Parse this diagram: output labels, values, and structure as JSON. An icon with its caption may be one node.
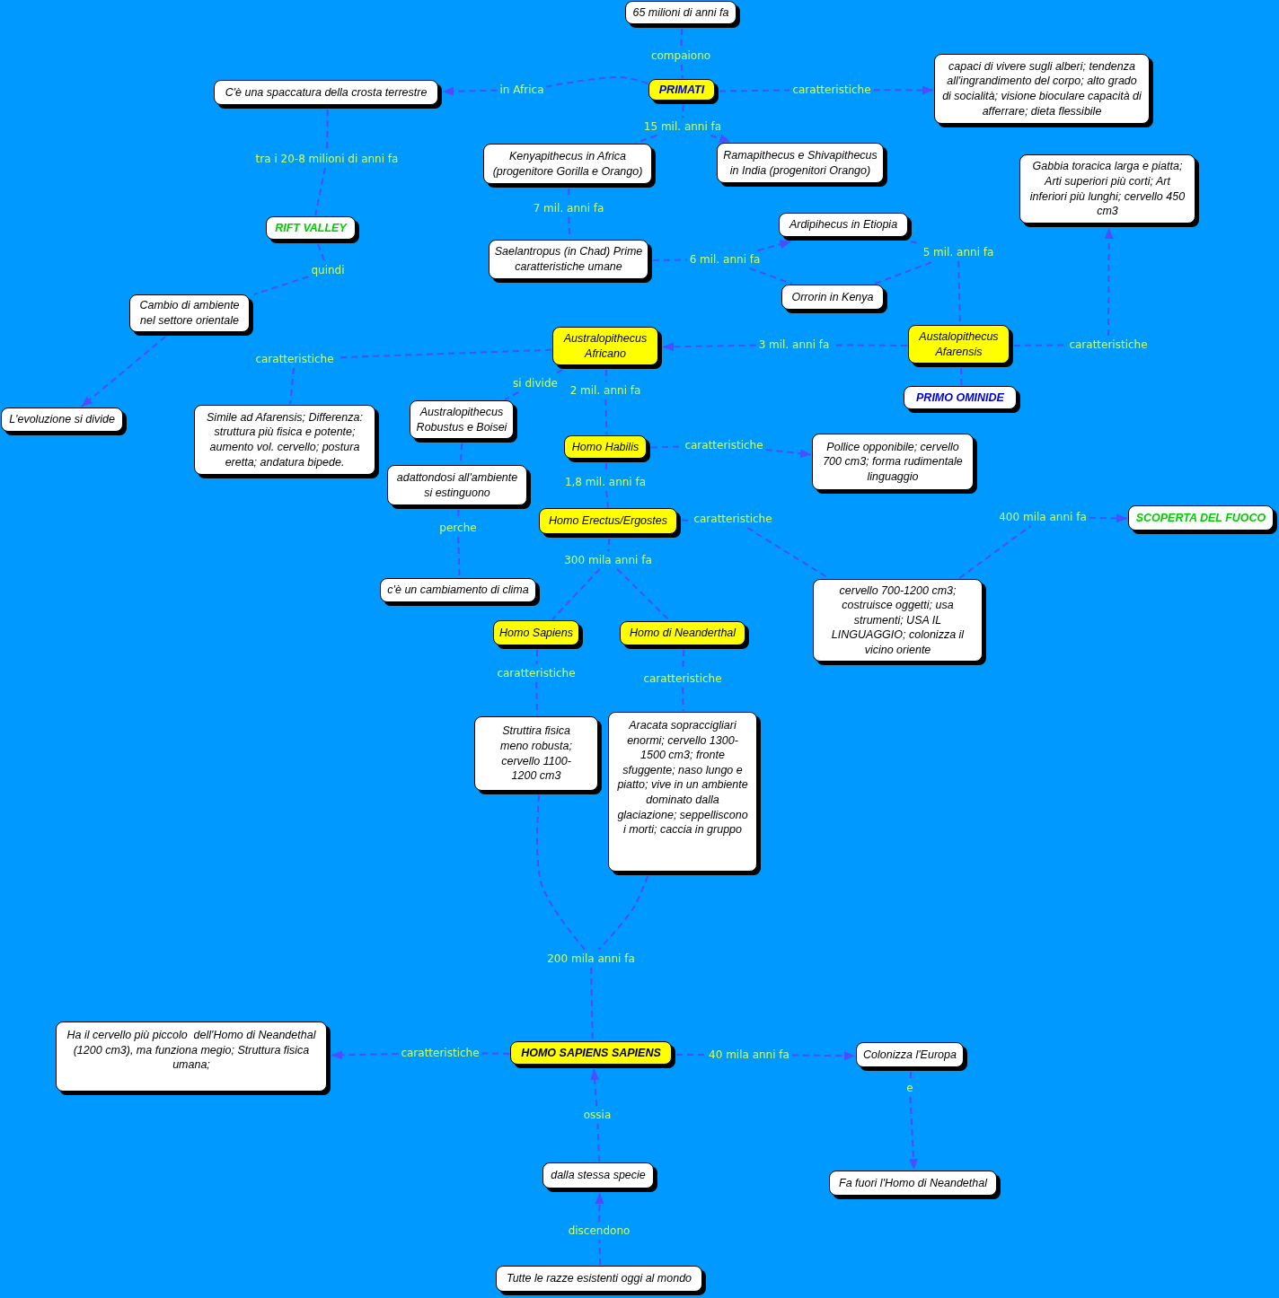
{
  "diagram": {
    "nodes": [
      {
        "text": [
          "65 milioni di anni fa"
        ]
      },
      {
        "text": [
          "compaiono"
        ]
      },
      {
        "text": [
          "C'è una spaccatura della crosta terrestre"
        ]
      },
      {
        "text": [
          "in Africa"
        ]
      },
      {
        "text": [
          "PRIMATI"
        ]
      },
      {
        "text": [
          "caratteristiche"
        ]
      },
      {
        "text": [
          "capaci di vivere sugli alberi; tendenza all'ingrandimento del corpo; alto grado di socialità; visione bioculare capacità di afferrare; dieta flessibile"
        ]
      },
      {
        "text": [
          "15 mil. anni fa"
        ]
      },
      {
        "text": [
          "tra i 20-8 milioni di anni fa"
        ]
      },
      {
        "text": [
          "Kenyapithecus in Africa (progenitore Gorilla e Orango)"
        ]
      },
      {
        "text": [
          "Ramapithecus e Shivapithecus in India (progenitori Orango)"
        ]
      },
      {
        "text": [
          "Gabbia toracica larga e piatta; Arti superiori più corti; Art inferiori più lunghi; cervello 450 cm3"
        ]
      },
      {
        "text": [
          "7 mil. anni fa"
        ]
      },
      {
        "text": [
          "Ardipihecus in Etiopia"
        ]
      },
      {
        "text": [
          "RIFT VALLEY"
        ]
      },
      {
        "text": [
          "Saelantropus (in Chad) Prime caratteristiche umane"
        ]
      },
      {
        "text": [
          "5 mil. anni fa"
        ]
      },
      {
        "text": [
          "6 mil. anni fa"
        ]
      },
      {
        "text": [
          "quindi"
        ]
      },
      {
        "text": [
          "Orrorin in Kenya"
        ]
      },
      {
        "text": [
          "Cambio di ambiente nel settore orientale"
        ]
      },
      {
        "text": [
          "Australopithecus Africano"
        ]
      },
      {
        "text": [
          "Austalopithecus Afarensis"
        ]
      },
      {
        "text": [
          "3 mil. anni fa"
        ]
      },
      {
        "text": [
          "caratteristiche"
        ]
      },
      {
        "text": [
          "caratteristiche"
        ]
      },
      {
        "text": [
          "si divide"
        ]
      },
      {
        "text": [
          "PRIMO OMINIDE"
        ]
      },
      {
        "text": [
          "2 mil. anni fa"
        ]
      },
      {
        "text": [
          "L'evoluzione si divide"
        ]
      },
      {
        "text": [
          "Simile ad Afarensis; Differenza: struttura più fisica e potente; aumento vol. cervello; postura eretta; andatura bipede."
        ]
      },
      {
        "text": [
          "Australopithecus Robustus e Boisei"
        ]
      },
      {
        "text": [
          "Homo Habilis"
        ]
      },
      {
        "text": [
          "caratteristiche"
        ]
      },
      {
        "text": [
          "Pollice opponibile; cervello 700 cm3; forma rudimentale linguaggio"
        ]
      },
      {
        "text": [
          "adattondosi all'ambiente si estinguono"
        ]
      },
      {
        "text": [
          "1,8 mil. anni fa"
        ]
      },
      {
        "text": [
          "Homo Erectus/Ergostes"
        ]
      },
      {
        "text": [
          "caratteristiche"
        ]
      },
      {
        "text": [
          "400 mila anni fa"
        ]
      },
      {
        "text": [
          "SCOPERTA DEL FUOCO"
        ]
      },
      {
        "text": [
          "perche"
        ]
      },
      {
        "text": [
          "300 mila anni fa"
        ]
      },
      {
        "text": [
          "cervello 700-1200 cm3; costruisce oggetti; usa strumenti; USA IL LINGUAGGIO; colonizza il vicino oriente"
        ]
      },
      {
        "text": [
          "c'è un cambiamento di clima"
        ]
      },
      {
        "text": [
          "Homo Sapiens"
        ]
      },
      {
        "text": [
          "Homo di Neanderthal"
        ]
      },
      {
        "text": [
          "caratteristiche"
        ]
      },
      {
        "text": [
          "caratteristiche"
        ]
      },
      {
        "text": [
          "Struttira fisica meno robusta; cervello 1100-1200 cm3"
        ]
      },
      {
        "text": [
          "Aracata sopraccigliari enormi; cervello 1300-1500 cm3; fronte sfuggente; naso lungo e piatto; vive in un ambiente dominato dalla glaciazione; seppelliscono i morti; caccia in gruppo"
        ]
      },
      {
        "text": [
          "200 mila anni fa"
        ]
      },
      {
        "text": [
          "Ha il cervello più piccolo  dell'Homo di Neandethal (1200 cm3), ma funziona megio; Struttura fisica umana;"
        ]
      },
      {
        "text": [
          "caratteristiche"
        ]
      },
      {
        "text": [
          "HOMO SAPIENS SAPIENS"
        ]
      },
      {
        "text": [
          "40 mila anni fa"
        ]
      },
      {
        "text": [
          "Colonizza l'Europa"
        ]
      },
      {
        "text": [
          "e"
        ]
      },
      {
        "text": [
          "ossia"
        ]
      },
      {
        "text": [
          "dalla stessa specie"
        ]
      },
      {
        "text": [
          "Fa fuori l'Homo di Neandethal"
        ]
      },
      {
        "text": [
          "discendono"
        ]
      },
      {
        "text": [
          "Tutte le razze esistenti oggi al mondo"
        ]
      }
    ],
    "edges": [
      {
        "from": 0,
        "to": 1,
        "arrow": "none"
      },
      {
        "from": 1,
        "to": 4,
        "arrow": "none"
      },
      {
        "from": 4,
        "to": 3,
        "arrow": "none"
      },
      {
        "from": 3,
        "to": 2,
        "arrow": "to"
      },
      {
        "from": 4,
        "to": 5,
        "arrow": "none"
      },
      {
        "from": 5,
        "to": 6,
        "arrow": "to"
      },
      {
        "from": 4,
        "to": 7,
        "arrow": "none"
      },
      {
        "from": 7,
        "to": 9,
        "arrow": "none"
      },
      {
        "from": 7,
        "to": 10,
        "arrow": "to"
      },
      {
        "from": 2,
        "to": 8,
        "arrow": "none"
      },
      {
        "from": 8,
        "to": 14,
        "arrow": "none"
      },
      {
        "from": 9,
        "to": 12,
        "arrow": "none"
      },
      {
        "from": 12,
        "to": 15,
        "arrow": "none"
      },
      {
        "from": 15,
        "to": 17,
        "arrow": "none"
      },
      {
        "from": 17,
        "to": 13,
        "arrow": "to"
      },
      {
        "from": 17,
        "to": 19,
        "arrow": "none"
      },
      {
        "from": 13,
        "to": 16,
        "arrow": "none"
      },
      {
        "from": 19,
        "to": 16,
        "arrow": "none"
      },
      {
        "from": 16,
        "to": 22,
        "arrow": "none"
      },
      {
        "from": 14,
        "to": 18,
        "arrow": "none"
      },
      {
        "from": 18,
        "to": 20,
        "arrow": "none"
      },
      {
        "from": 20,
        "to": 29,
        "arrow": "to"
      },
      {
        "from": 22,
        "to": 23,
        "arrow": "none"
      },
      {
        "from": 23,
        "to": 21,
        "arrow": "to"
      },
      {
        "from": 22,
        "to": 24,
        "arrow": "none"
      },
      {
        "from": 24,
        "to": 11,
        "arrow": "to"
      },
      {
        "from": 22,
        "to": 27,
        "arrow": "none"
      },
      {
        "from": 21,
        "to": 25,
        "arrow": "none"
      },
      {
        "from": 25,
        "to": 30,
        "arrow": "none"
      },
      {
        "from": 21,
        "to": 26,
        "arrow": "none"
      },
      {
        "from": 26,
        "to": 31,
        "arrow": "none"
      },
      {
        "from": 21,
        "to": 28,
        "arrow": "none"
      },
      {
        "from": 28,
        "to": 32,
        "arrow": "none"
      },
      {
        "from": 31,
        "to": 35,
        "arrow": "none"
      },
      {
        "from": 35,
        "to": 41,
        "arrow": "none"
      },
      {
        "from": 41,
        "to": 44,
        "arrow": "none"
      },
      {
        "from": 32,
        "to": 33,
        "arrow": "none"
      },
      {
        "from": 33,
        "to": 34,
        "arrow": "to"
      },
      {
        "from": 32,
        "to": 36,
        "arrow": "none"
      },
      {
        "from": 36,
        "to": 37,
        "arrow": "none"
      },
      {
        "from": 37,
        "to": 38,
        "arrow": "none"
      },
      {
        "from": 38,
        "to": 43,
        "arrow": "none"
      },
      {
        "from": 43,
        "to": 39,
        "arrow": "none"
      },
      {
        "from": 39,
        "to": 40,
        "arrow": "to"
      },
      {
        "from": 37,
        "to": 42,
        "arrow": "none"
      },
      {
        "from": 42,
        "to": 45,
        "arrow": "none"
      },
      {
        "from": 42,
        "to": 46,
        "arrow": "none"
      },
      {
        "from": 45,
        "to": 47,
        "arrow": "none"
      },
      {
        "from": 47,
        "to": 49,
        "arrow": "none"
      },
      {
        "from": 46,
        "to": 48,
        "arrow": "none"
      },
      {
        "from": 48,
        "to": 50,
        "arrow": "none"
      },
      {
        "from": 49,
        "to": 51,
        "arrow": "none"
      },
      {
        "from": 50,
        "to": 51,
        "arrow": "none"
      },
      {
        "from": 51,
        "to": 54,
        "arrow": "none"
      },
      {
        "from": 54,
        "to": 53,
        "arrow": "none"
      },
      {
        "from": 53,
        "to": 52,
        "arrow": "to"
      },
      {
        "from": 54,
        "to": 55,
        "arrow": "none"
      },
      {
        "from": 55,
        "to": 56,
        "arrow": "to"
      },
      {
        "from": 56,
        "to": 57,
        "arrow": "none"
      },
      {
        "from": 57,
        "to": 60,
        "arrow": "to"
      },
      {
        "from": 59,
        "to": 58,
        "arrow": "none"
      },
      {
        "from": 58,
        "to": 54,
        "arrow": "to"
      },
      {
        "from": 62,
        "to": 61,
        "arrow": "none"
      },
      {
        "from": 61,
        "to": 59,
        "arrow": "to"
      }
    ]
  }
}
